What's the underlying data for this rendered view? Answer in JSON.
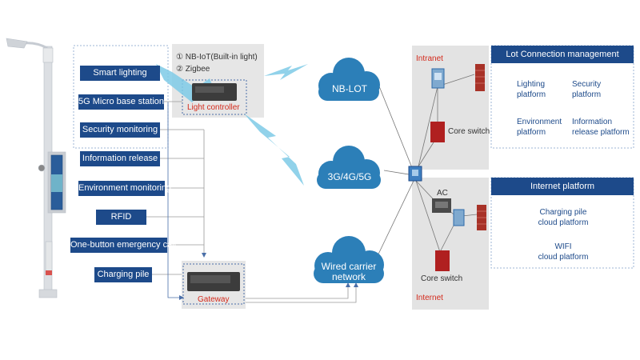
{
  "features": [
    "Smart lighting",
    "5G Micro base station",
    "Security monitoring",
    "Information release",
    "Environment monitoring",
    "RFID",
    "One-button emergency call",
    "Charging pile"
  ],
  "light_panel": {
    "protocol_1": "① NB-IoT(Built-in light)",
    "protocol_2": "② Zigbee",
    "controller_label": "Light controller"
  },
  "gateway_label": "Gateway",
  "clouds": {
    "nblot": "NB-LOT",
    "mobile": "3G/4G/5G",
    "wired_line1": "Wired carrier",
    "wired_line2": "network"
  },
  "intranet": {
    "label": "Intranet",
    "core_switch": "Core switch"
  },
  "internet": {
    "ac_label": "AC",
    "core_switch": "Core switch",
    "label": "Internet"
  },
  "lot_platform": {
    "title": "Lot Connection management platform",
    "items": [
      [
        "Lighting",
        "platform"
      ],
      [
        "Security",
        "platform"
      ],
      [
        "Environment",
        "platform"
      ],
      [
        "Information",
        "release platform"
      ]
    ]
  },
  "internet_platform": {
    "title": "Internet platform",
    "items": [
      [
        "Charging pile",
        "cloud platform"
      ],
      [
        "WIFI",
        "cloud platform"
      ]
    ]
  },
  "colors": {
    "brand_blue": "#1d4a8a",
    "cloud_blue": "#2c7fb8",
    "red": "#d42a1c",
    "panel_grey": "#e3e3e3"
  }
}
